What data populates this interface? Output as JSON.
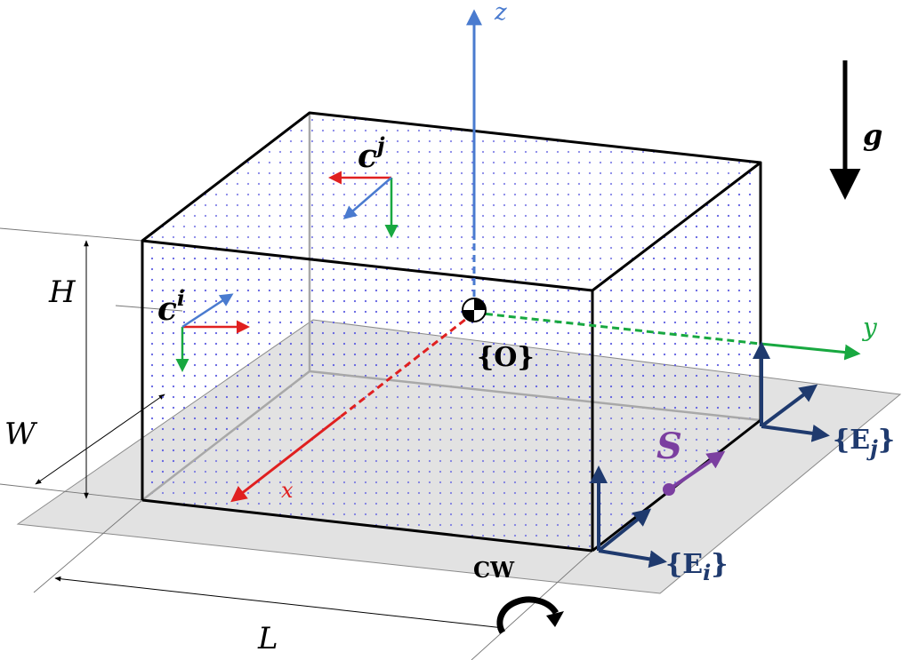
{
  "labels": {
    "z_axis": "z",
    "y_axis": "y",
    "x_axis": "x",
    "origin_open": "{",
    "origin": "O",
    "origin_close": "}",
    "gravity": "g",
    "camera_i_base": "c",
    "camera_i_sup": "i",
    "camera_j_base": "c",
    "camera_j_sup": "j",
    "height": "H",
    "width": "W",
    "length": "L",
    "surface": "S",
    "frame_i_open": "{",
    "frame_i_base": "E",
    "frame_i_sub": "i",
    "frame_i_close": "}",
    "frame_j_open": "{",
    "frame_j_base": "E",
    "frame_j_sub": "j",
    "frame_j_close": "}",
    "rotation": "CW"
  },
  "colors": {
    "x_axis": "#e02020",
    "y_axis": "#18a840",
    "z_axis": "#4a7bcf",
    "frame": "#1f3a6e",
    "surface": "#7b3fa0",
    "floor": "#e2e2e2",
    "grid_dot": "#5a5ae0",
    "edge": "#000000"
  },
  "icons": {
    "origin_marker": "center-of-mass-icon",
    "rotation": "clockwise-arrow-icon",
    "gravity": "down-arrow-icon"
  }
}
